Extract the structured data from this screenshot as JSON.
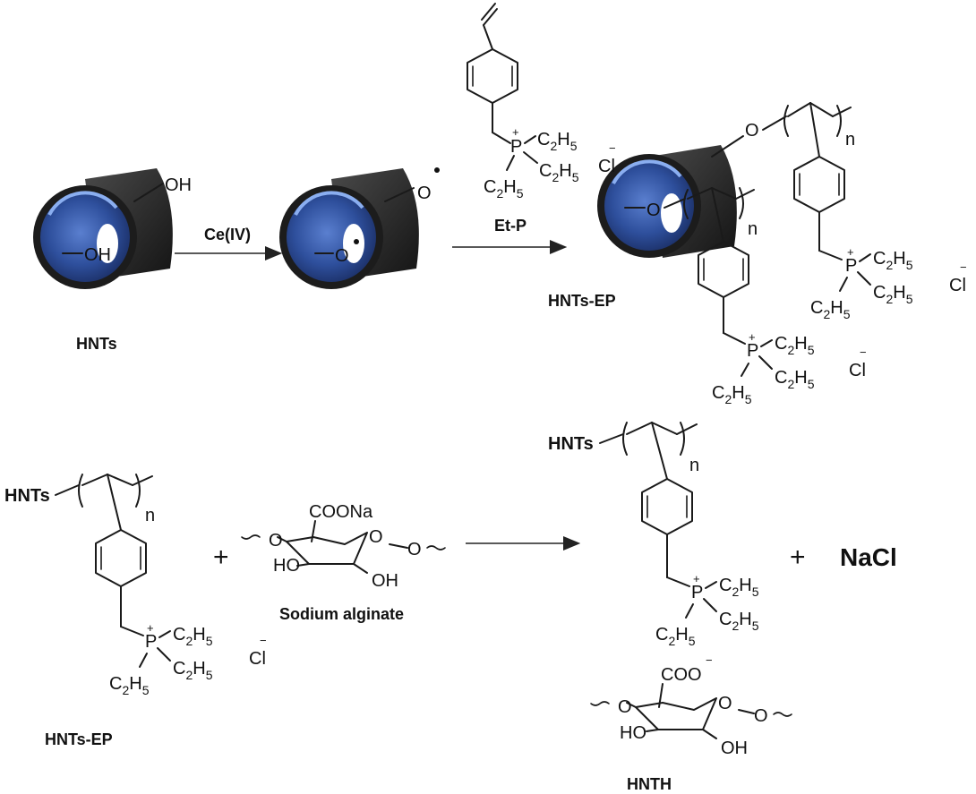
{
  "labels": {
    "hnts": "HNTs",
    "hnts_ep_top": "HNTs-EP",
    "hnts_ep_bottom": "HNTs-EP",
    "sodium_alginate": "Sodium alginate",
    "hnth": "HNTH",
    "et_p": "Et-P"
  },
  "reagents": {
    "ce4": "Ce(IV)"
  },
  "groups": {
    "oh": "OH",
    "o": "O",
    "p": "P",
    "c": "C",
    "h": "H",
    "ch_sub_2": "2",
    "ch_sub_5": "5",
    "plus": "+",
    "minus": "−",
    "cl": "Cl",
    "n": "n",
    "hnts_tag": "HNTs",
    "coona": "COONa",
    "coo": "COO",
    "ho": "HO"
  },
  "products": {
    "plus_sign": "+",
    "nacl": "NaCl"
  },
  "colors": {
    "tube_outer": "#2b2b2b",
    "tube_inner": "#2e4f9c",
    "tube_highlight": "#6b8fd6",
    "bond": "#1a1a1a"
  }
}
